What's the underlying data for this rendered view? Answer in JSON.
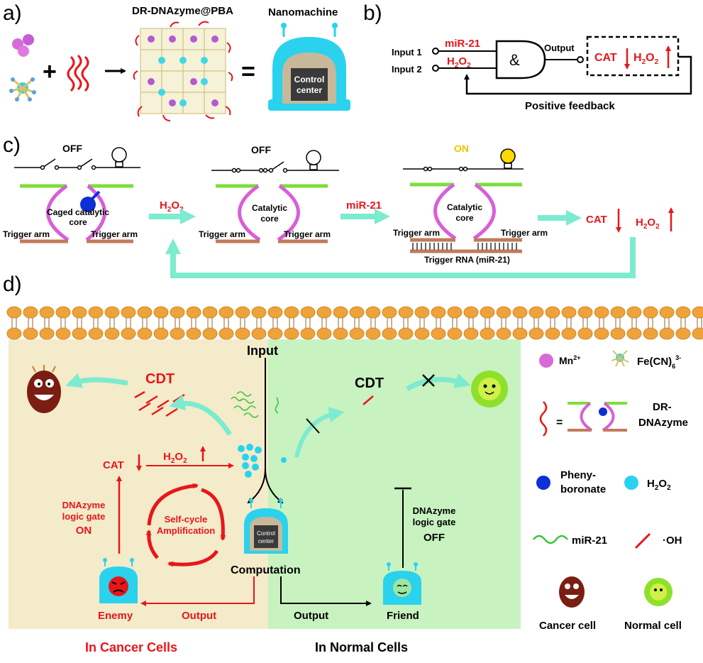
{
  "panels": {
    "a": "a)",
    "b": "b)",
    "c": "c)",
    "d": "d)"
  },
  "panel_a": {
    "dr_label": "DR-DNAzyme@PBA",
    "nanomachine_label": "Nanomachine",
    "control_line1": "Control",
    "control_line2": "center",
    "plus": "+",
    "equals": "="
  },
  "panel_b": {
    "input1": "Input 1",
    "input2": "Input 2",
    "mir21": "miR-21",
    "h2o2_main": "H",
    "h2o2_sub1": "2",
    "h2o2_o": "O",
    "h2o2_sub2": "2",
    "gate_symbol": "&",
    "output": "Output",
    "cat": "CAT",
    "feedback": "Positive feedback"
  },
  "panel_c": {
    "off1": "OFF",
    "off2": "OFF",
    "on": "ON",
    "caged_line1": "Caged catalytic",
    "caged_line2": "core",
    "catalytic_line1": "Catalytic",
    "catalytic_line2": "core",
    "trigger_arm": "Trigger arm",
    "h2o2": "H2O2",
    "mir21": "miR-21",
    "trigger_rna": "Trigger RNA (miR-21)",
    "cat": "CAT"
  },
  "panel_d": {
    "input": "Input",
    "cdt_left": "CDT",
    "cdt_right": "CDT",
    "cat": "CAT",
    "h2o2": "H2O2",
    "dnazyme_on_1": "DNAzyme",
    "dnazyme_on_2": "logic gate",
    "dnazyme_on_3": "ON",
    "self_cycle_1": "Self-cycle",
    "self_cycle_2": "Amplification",
    "computation": "Computation",
    "enemy": "Enemy",
    "friend": "Friend",
    "output_left": "Output",
    "output_right": "Output",
    "dnazyme_off_1": "DNAzyme",
    "dnazyme_off_2": "logic gate",
    "dnazyme_off_3": "OFF",
    "control_line1": "Control",
    "control_line2": "center",
    "in_cancer": "In Cancer Cells",
    "in_normal": "In Normal Cells"
  },
  "legend": {
    "mn": "Mn",
    "mn_sup": "2+",
    "fecn": "Fe(CN)",
    "fecn_sub": "6",
    "fecn_sup": "3-",
    "dr1": "DR-",
    "dr2": "DNAzyme",
    "equals": "=",
    "pheny1": "Pheny-",
    "pheny2": "boronate",
    "h2o2": "H2O2",
    "mir21": "miR-21",
    "oh": "·OH",
    "cancer_cell": "Cancer cell",
    "normal_cell": "Normal cell"
  },
  "colors": {
    "red": "#e8161b",
    "cyan": "#2ad2ee",
    "magenta": "#d85fd8",
    "green_arm": "#7ddd3a",
    "brown_arm": "#c17a5c",
    "arrow_teal": "#7cebcf",
    "cancer_bg": "#f3ebc9",
    "normal_bg": "#c8f2c0",
    "membrane": "#f0a23a"
  }
}
